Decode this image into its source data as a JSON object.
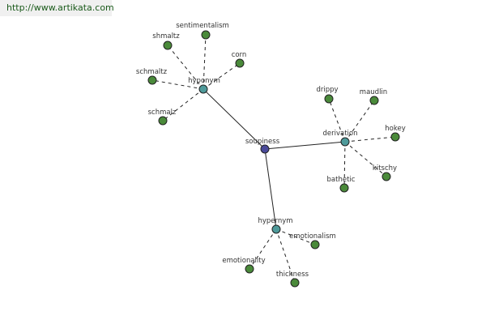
{
  "banner": {
    "url_text": "http://www.artikata.com"
  },
  "colors": {
    "center": "#4a4a9a",
    "hub": "#4e9a9a",
    "leaf": "#4a8a3a",
    "edge": "#222222",
    "node_stroke": "#222222"
  },
  "graph": {
    "center": {
      "label": "soupiness"
    },
    "hubs": [
      {
        "key": "hyponym",
        "label": "hyponym",
        "leaves": [
          "sentimentalism",
          "shmaltz",
          "corn",
          "schmaltz",
          "schmalz"
        ]
      },
      {
        "key": "derivation",
        "label": "derivation",
        "leaves": [
          "drippy",
          "maudlin",
          "hokey",
          "kitschy",
          "bathetic"
        ]
      },
      {
        "key": "hypernym",
        "label": "hypernym",
        "leaves": [
          "emotionalism",
          "emotionality",
          "thickness"
        ]
      }
    ]
  }
}
